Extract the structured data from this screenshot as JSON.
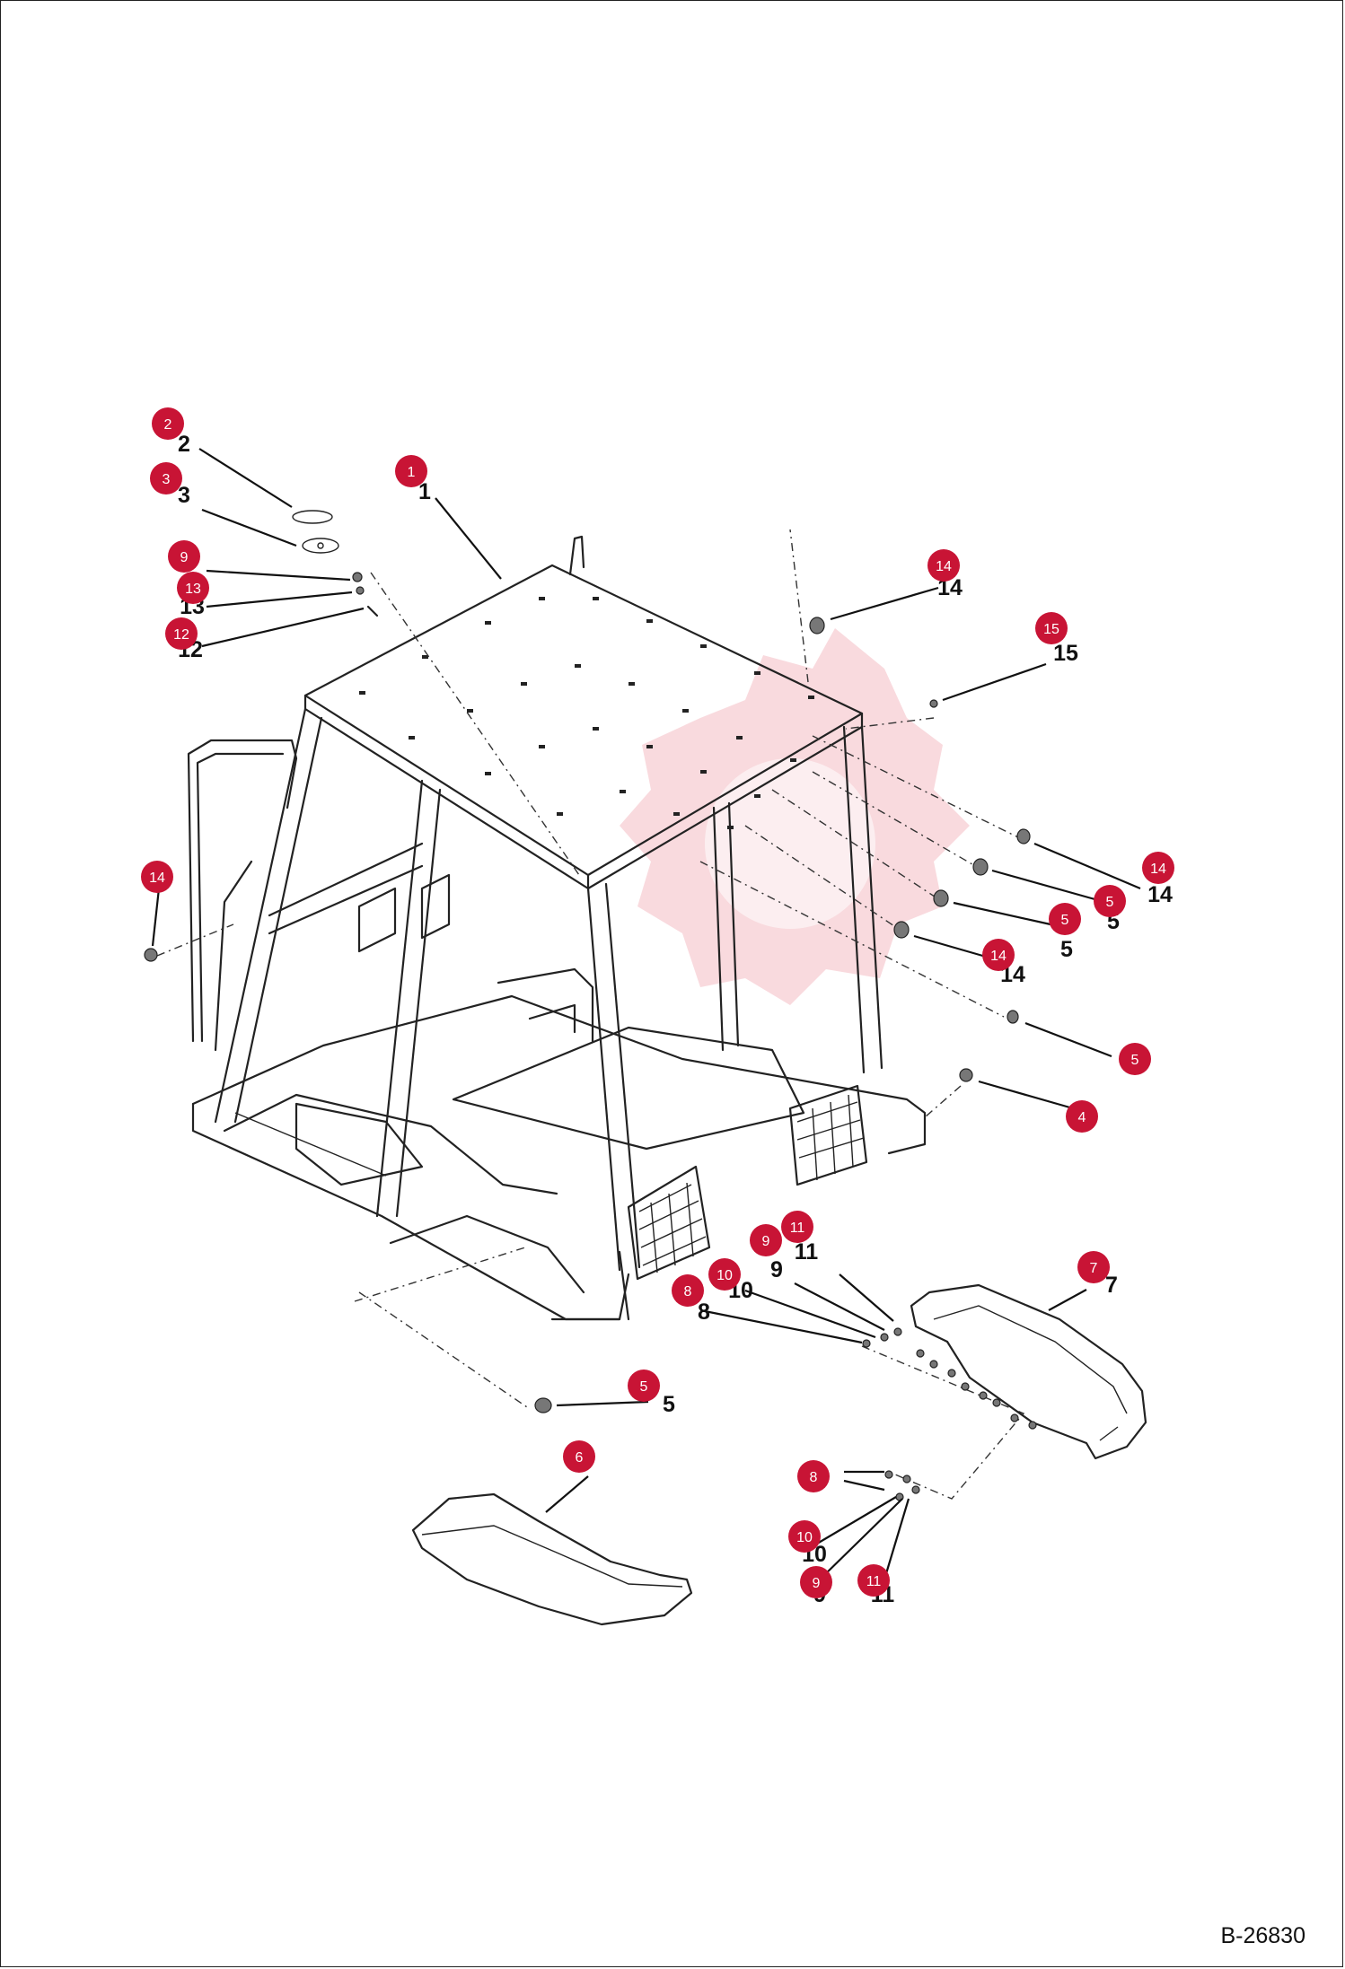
{
  "document_id": "B-26830",
  "brand_color": "#c81435",
  "parts": [
    {
      "ref": "1"
    },
    {
      "ref": "2"
    },
    {
      "ref": "3"
    },
    {
      "ref": "4"
    },
    {
      "ref": "5"
    },
    {
      "ref": "6"
    },
    {
      "ref": "7"
    },
    {
      "ref": "8"
    },
    {
      "ref": "9"
    },
    {
      "ref": "10"
    },
    {
      "ref": "11"
    },
    {
      "ref": "12"
    },
    {
      "ref": "13"
    },
    {
      "ref": "14"
    },
    {
      "ref": "15"
    }
  ]
}
